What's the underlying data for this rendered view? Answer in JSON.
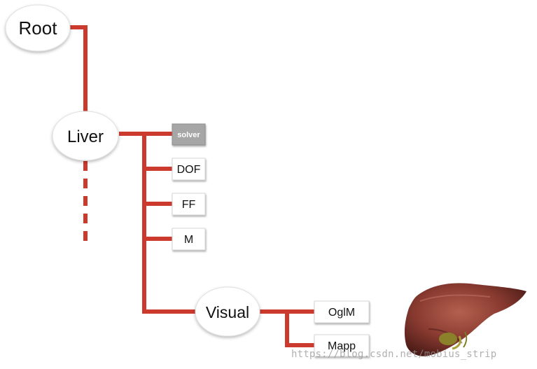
{
  "nodes": {
    "root": "Root",
    "liver": "Liver",
    "solver": "solver",
    "dof": "DOF",
    "ff": "FF",
    "m": "M",
    "visual": "Visual",
    "oglm": "OglM",
    "mapp": "Mapp"
  },
  "colors": {
    "connector": "#cc3a2e",
    "solver_fill": "#a6a6a6"
  },
  "watermark": "https://blog.csdn.net/mobius_strip"
}
